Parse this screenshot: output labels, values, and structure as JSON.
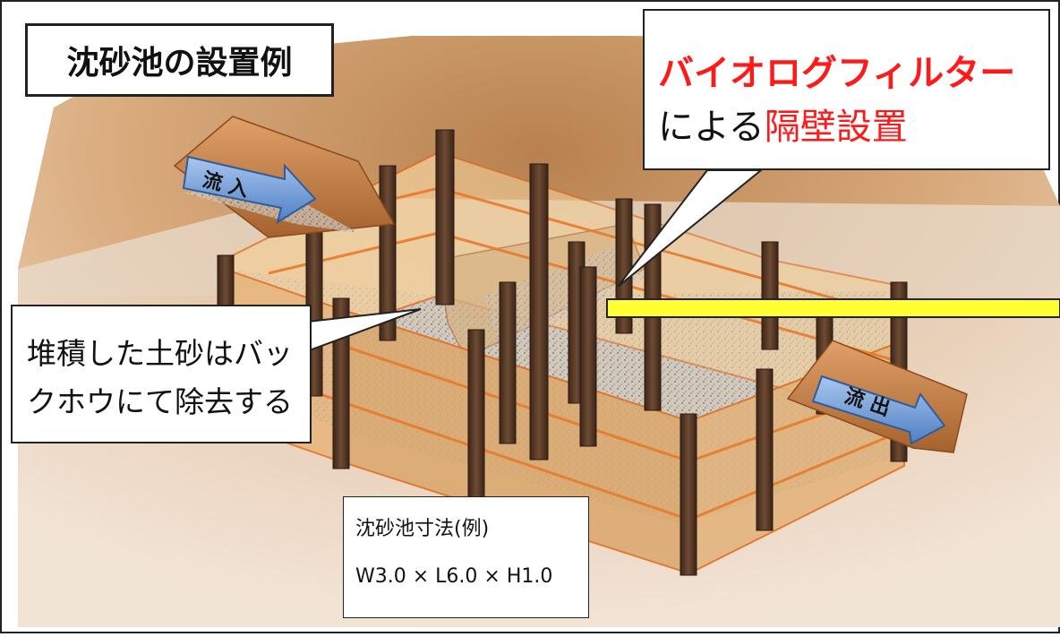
{
  "title": "沈砂池の設置例",
  "callout_filter": {
    "line1": "バイオログフィルター",
    "line2_prefix": "による",
    "line2_emphasis": "隔壁設置"
  },
  "callout_sediment": {
    "line1": "堆積した土砂はバッ",
    "line2": "クホウにて除去する"
  },
  "dimension_box": {
    "line1": "沈砂池寸法(例)",
    "line2": "W3.0 × L6.0 × H1.0"
  },
  "flow_in": "流 入",
  "flow_out": "流 出",
  "colors": {
    "accent_red": "#ff1a1a",
    "highlight_bar": "#ffff33",
    "arrow_blue": "#5b8fd4",
    "panel_orange": "#e8b37a",
    "post_brown": "#5a3c28"
  }
}
